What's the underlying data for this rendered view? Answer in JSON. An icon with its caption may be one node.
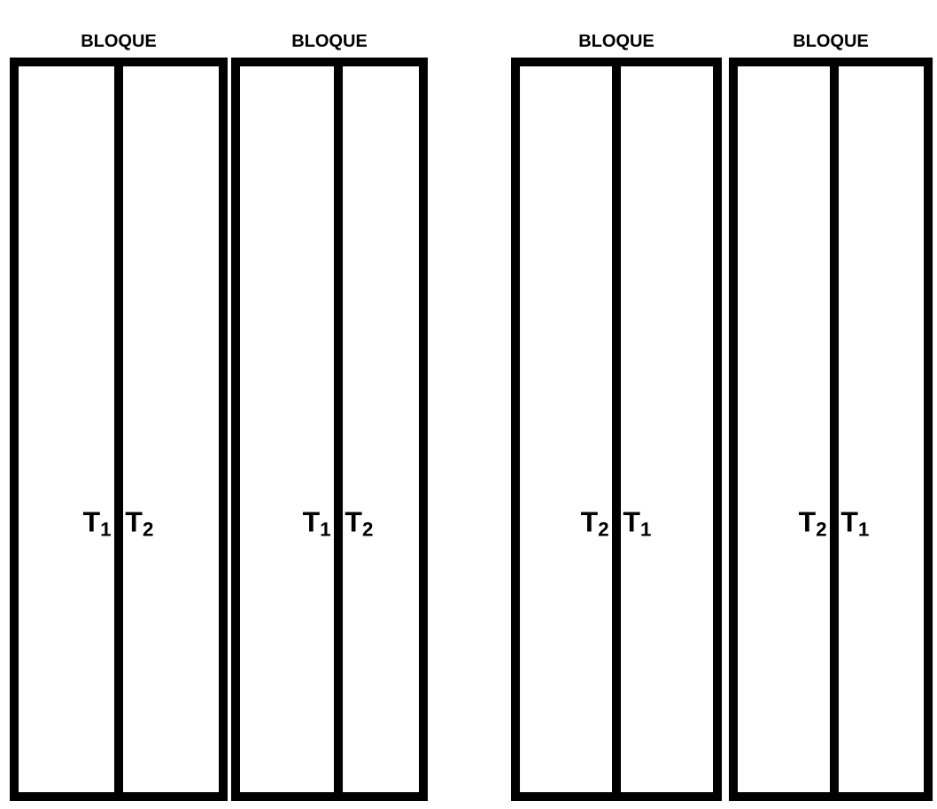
{
  "diagram": {
    "nodes": [
      {
        "text": [
          "BLOQUE"
        ]
      },
      {
        "text": [
          "T$_{1}$"
        ],
        "in": 0
      },
      {
        "text": [
          "T$_{2}$"
        ],
        "in": 0
      },
      {
        "text": [
          "BLOQUE"
        ]
      },
      {
        "text": [
          "T$_{1}$"
        ],
        "in": 3
      },
      {
        "text": [
          "T$_{2}$"
        ],
        "in": 3
      },
      {
        "text": [
          "BLOQUE"
        ]
      },
      {
        "text": [
          "T$_{2}$"
        ],
        "in": 6
      },
      {
        "text": [
          "T$_{1}$"
        ],
        "in": 6
      },
      {
        "text": [
          "BLOQUE"
        ]
      },
      {
        "text": [
          "T$_{2}$"
        ],
        "in": 9
      },
      {
        "text": [
          "T$_{1}$"
        ],
        "in": 9
      }
    ]
  }
}
